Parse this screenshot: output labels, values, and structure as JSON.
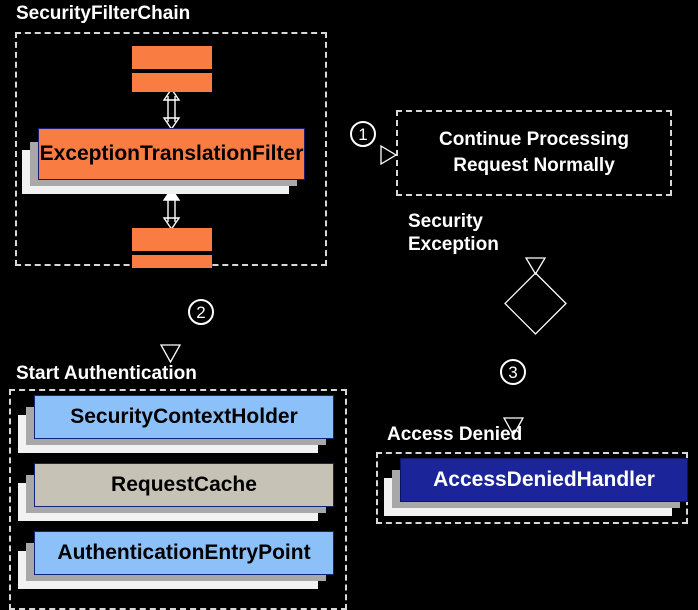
{
  "diagram": {
    "title": "Spring Security ExceptionTranslationFilter flow",
    "background": "#000000",
    "colors": {
      "filter_orange": "#f97c43",
      "component_blue": "#8cc0f8",
      "component_gray": "#c6c2b6",
      "handler_navy": "#1b2599",
      "stroke_white": "#ffffff",
      "shadow_mid": "#a8a8a8",
      "shadow_back": "#f2f2f2",
      "border_navy": "#14237a"
    }
  },
  "groups": {
    "filter_chain": {
      "title": "SecurityFilterChain",
      "items": [
        {
          "label": "",
          "kind": "bar"
        },
        {
          "label": "",
          "kind": "bar"
        },
        {
          "label": "ExceptionTranslationFilter",
          "kind": "filter"
        },
        {
          "label": "",
          "kind": "bar"
        },
        {
          "label": "",
          "kind": "bar"
        }
      ]
    },
    "start_authentication": {
      "title": "Start Authentication",
      "items": [
        {
          "label": "SecurityContextHolder",
          "kind": "blue"
        },
        {
          "label": "RequestCache",
          "kind": "gray"
        },
        {
          "label": "AuthenticationEntryPoint",
          "kind": "blue"
        }
      ]
    },
    "access_denied": {
      "title": "Access Denied",
      "items": [
        {
          "label": "AccessDeniedHandler",
          "kind": "navy"
        }
      ]
    },
    "continue_processing": {
      "line1": "Continue Processing",
      "line2": "Request Normally"
    }
  },
  "labels": {
    "security_exception": "Security\nException"
  },
  "steps": {
    "one": "1",
    "two": "2",
    "three": "3"
  }
}
